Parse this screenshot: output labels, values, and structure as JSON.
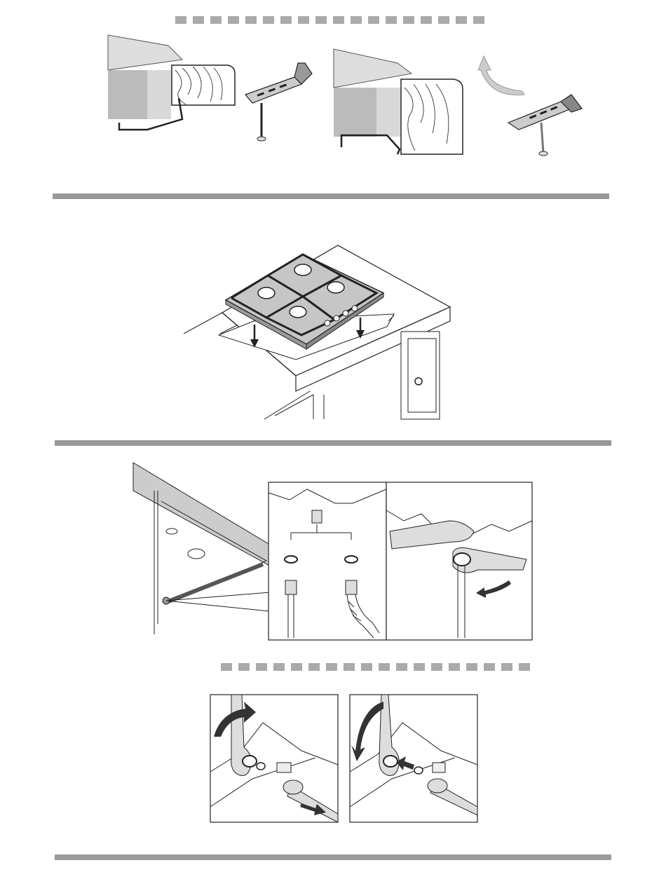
{
  "page": {
    "title": "",
    "colors": {
      "rule": "#999999",
      "dash": "#aaaaaa",
      "line": "#222222",
      "fill_light": "#dddddd",
      "fill_mid": "#bbbbbb",
      "arrow": "#333333"
    }
  },
  "sections": [
    {
      "id": "bracket-mounting",
      "illustrations": [
        "thin-worktop-bracket",
        "bracket-screw-detail-1",
        "thick-worktop-bracket",
        "bracket-rotate-detail"
      ]
    },
    {
      "id": "hob-insertion",
      "illustrations": [
        "hob-into-cutout"
      ]
    },
    {
      "id": "gas-connection",
      "illustrations": [
        "hob-underside",
        "gasket-options",
        "wrench-tighten"
      ]
    },
    {
      "id": "fitting-rotation",
      "illustrations": [
        "loosen-fitting",
        "tighten-fitting"
      ]
    }
  ],
  "icons": [
    "dash-separator",
    "rotate-arrow-icon",
    "down-arrow-icon",
    "curved-arrow-icon"
  ]
}
